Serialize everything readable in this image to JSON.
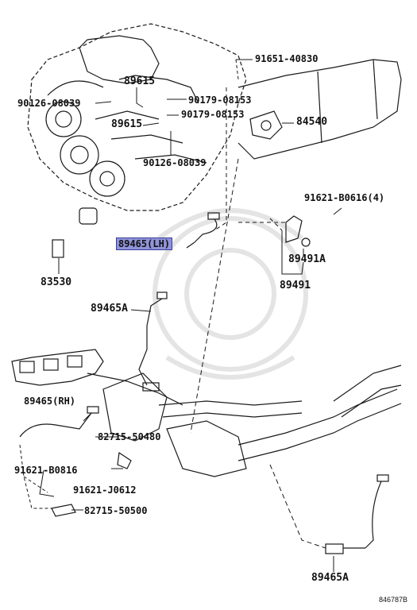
{
  "labels": {
    "p91651_40830": "91651-40830",
    "p89615_a": "89615",
    "p90126_08039_a": "90126-08039",
    "p90179_08153_a": "90179-08153",
    "p90179_08153_b": "90179-08153",
    "p89615_b": "89615",
    "p84540": "84540",
    "p90126_08039_b": "90126-08039",
    "p91621_B0616": "91621-B0616(4)",
    "p89465_LH": "89465(LH)",
    "p89491A": "89491A",
    "p83530": "83530",
    "p89491": "89491",
    "p89465A_a": "89465A",
    "p89465_RH": "89465(RH)",
    "p82715_50480": "82715-50480",
    "p91621_B0816": "91621-B0816",
    "p91621_J0612": "91621-J0612",
    "p82715_50500": "82715-50500",
    "p89465A_b": "89465A"
  },
  "figure_id": "846787B",
  "colors": {
    "line": "#1a1a1a",
    "highlight": "#8f93d8",
    "watermark": "#e6e6e6"
  }
}
